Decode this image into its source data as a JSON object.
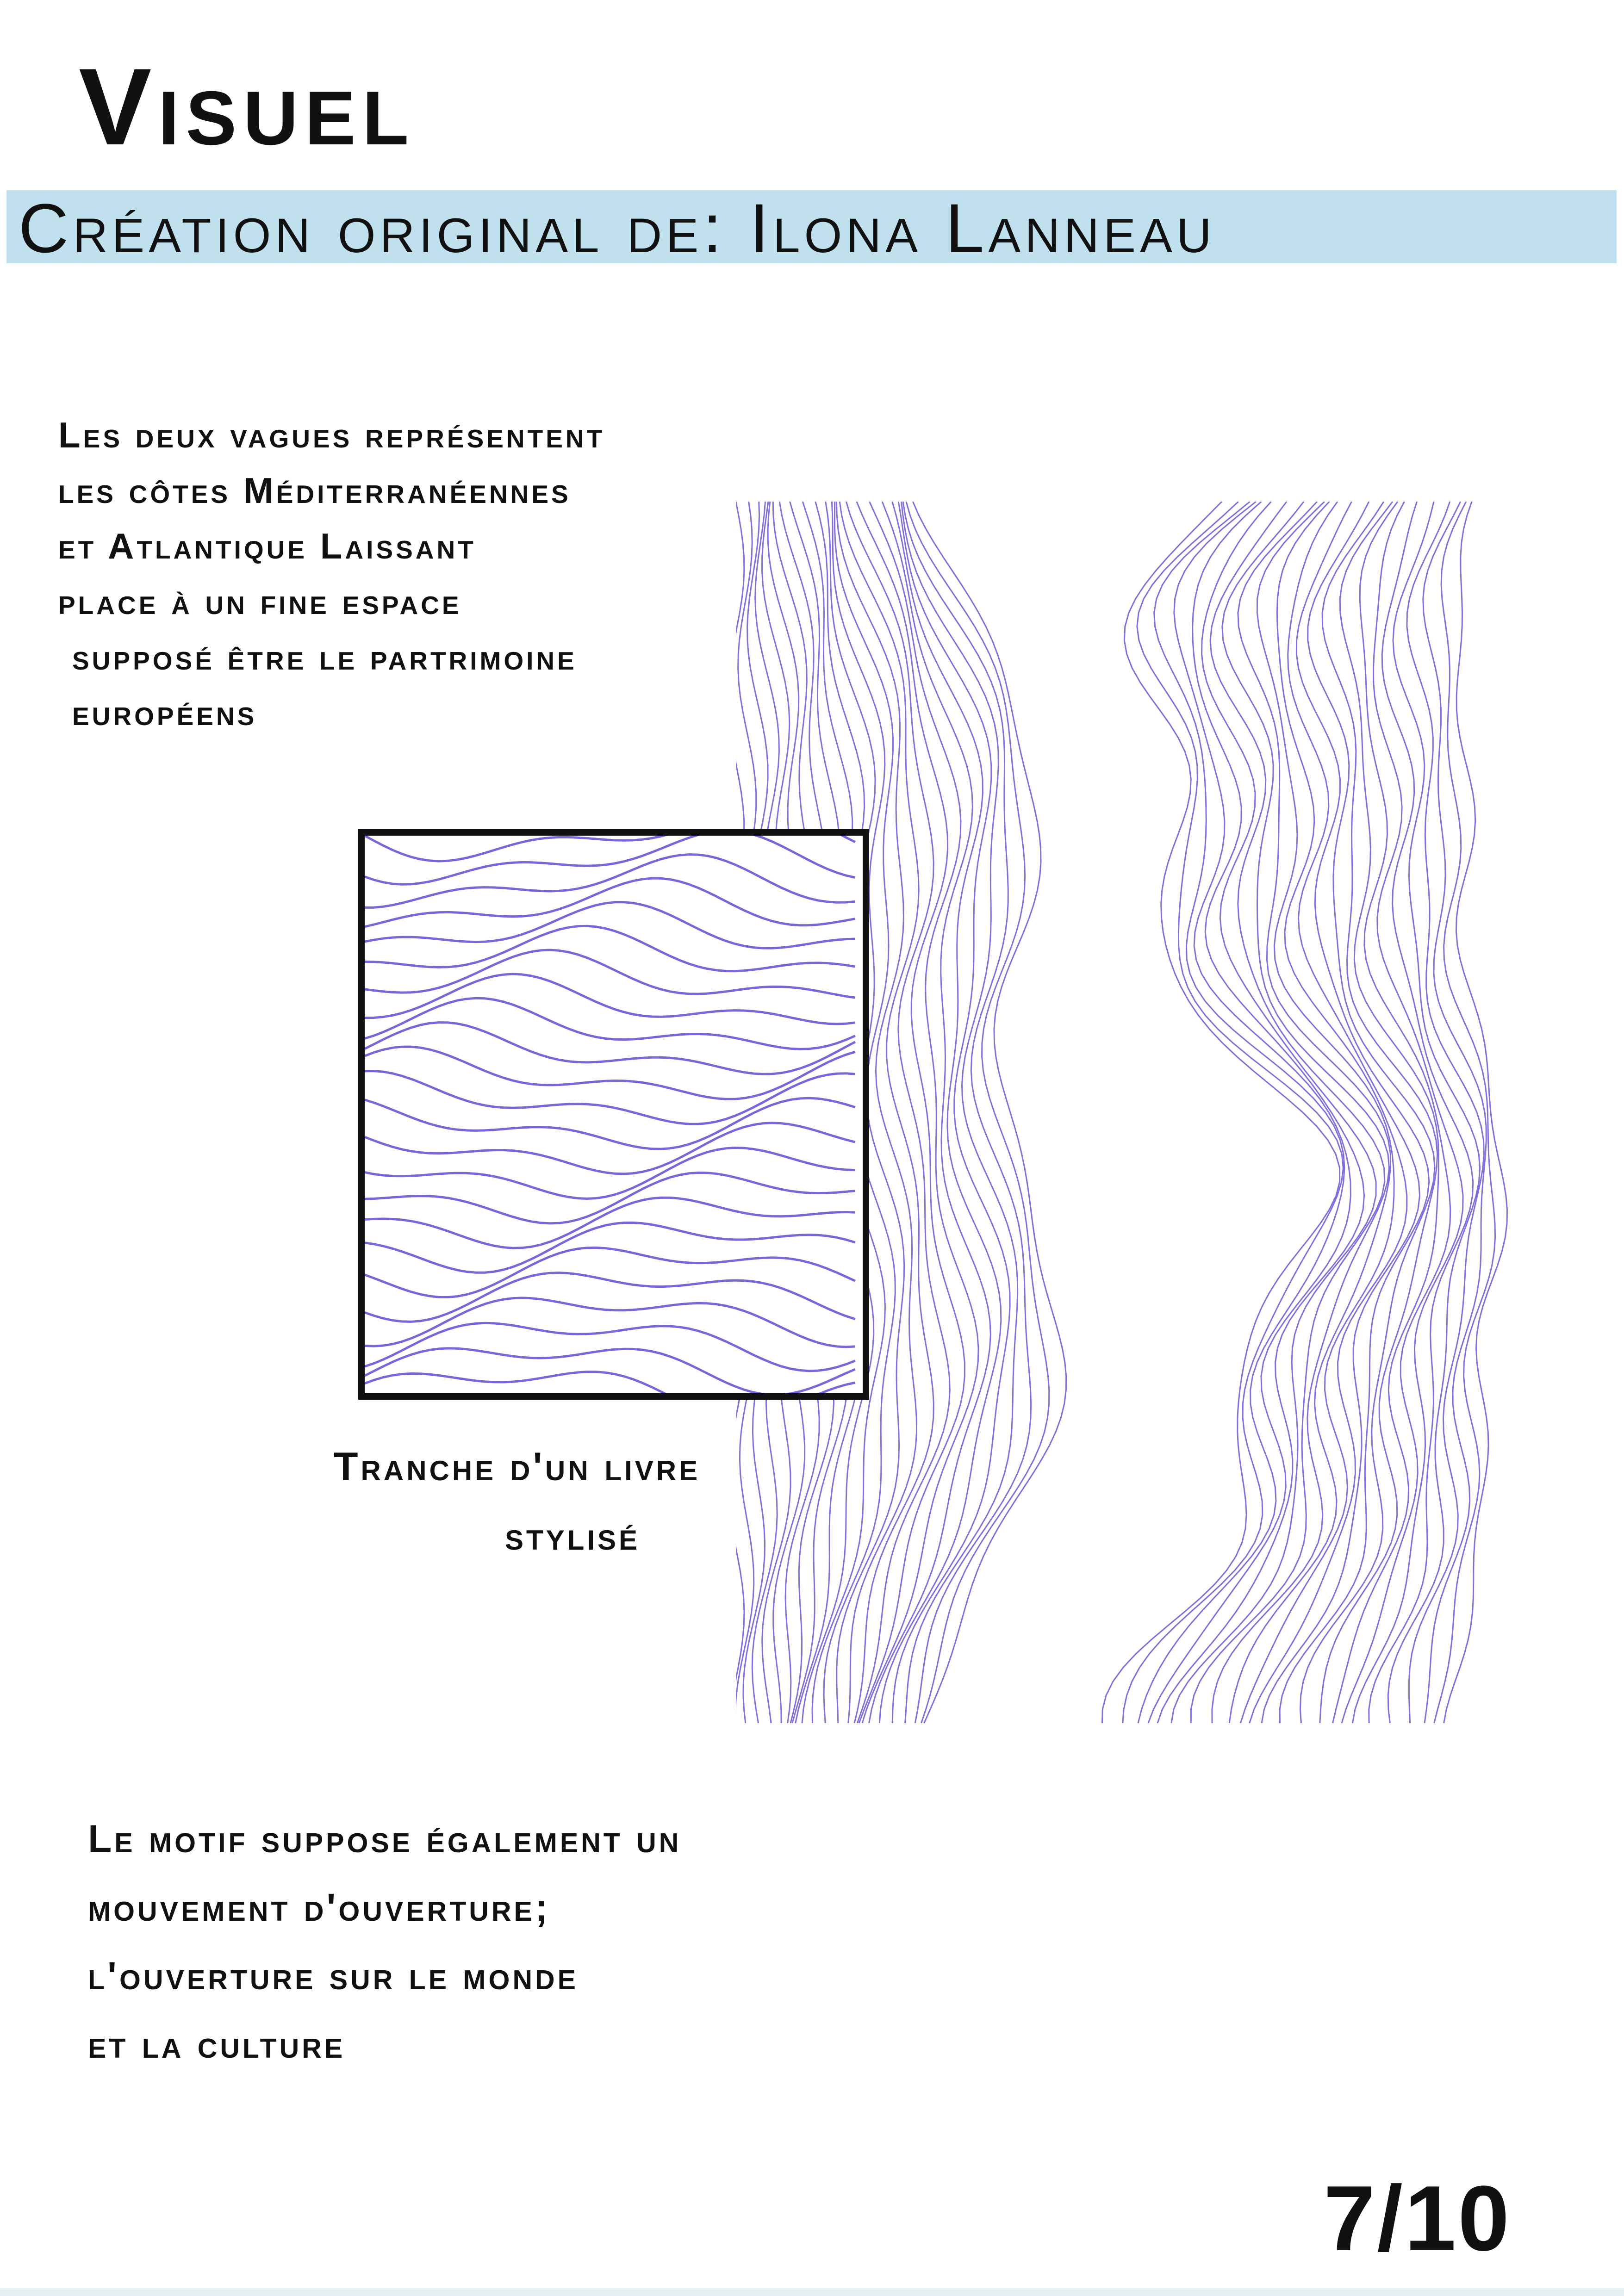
{
  "header": {
    "title": "Visuel",
    "credit": "Création original de: Ilona Lanneau"
  },
  "description_top": [
    "Les deux vagues représentent",
    "les côtes Méditerranéennes",
    "et Atlantique Laissant",
    "place à un fine espace",
    "supposé être le partrimoine",
    "européens"
  ],
  "caption": [
    "Tranche d'un livre",
    "stylisé"
  ],
  "description_bottom": [
    "Le motif suppose également un",
    "mouvement d'ouverture;",
    "l'ouverture sur le monde",
    "et la culture"
  ],
  "page_number": "7/10",
  "colors": {
    "banner": "#bfe0ec",
    "ink": "#5a3fd0"
  }
}
